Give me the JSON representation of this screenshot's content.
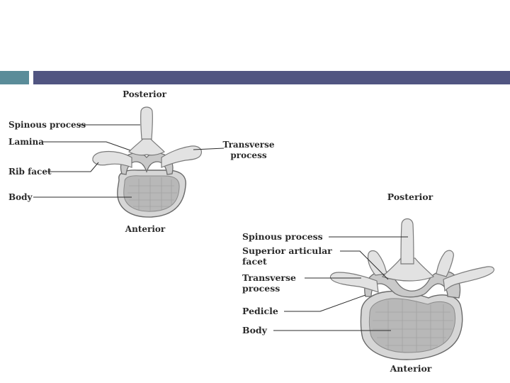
{
  "thoracic_vertebra": {
    "posterior": "Posterior",
    "anterior": "Anterior",
    "spinous_process": "Spinous process",
    "lamina": "Lamina",
    "rib_facet": "Rib facet",
    "body": "Body",
    "transverse_process_line1": "Transverse",
    "transverse_process_line2": "process"
  },
  "lumbar_vertebra": {
    "posterior": "Posterior",
    "anterior": "Anterior",
    "spinous_process": "Spinous process",
    "superior_articular_line1": "Superior articular",
    "superior_articular_line2": "facet",
    "transverse_process_line1": "Transverse",
    "transverse_process_line2": "process",
    "pedicle": "Pedicle",
    "body": "Body"
  }
}
